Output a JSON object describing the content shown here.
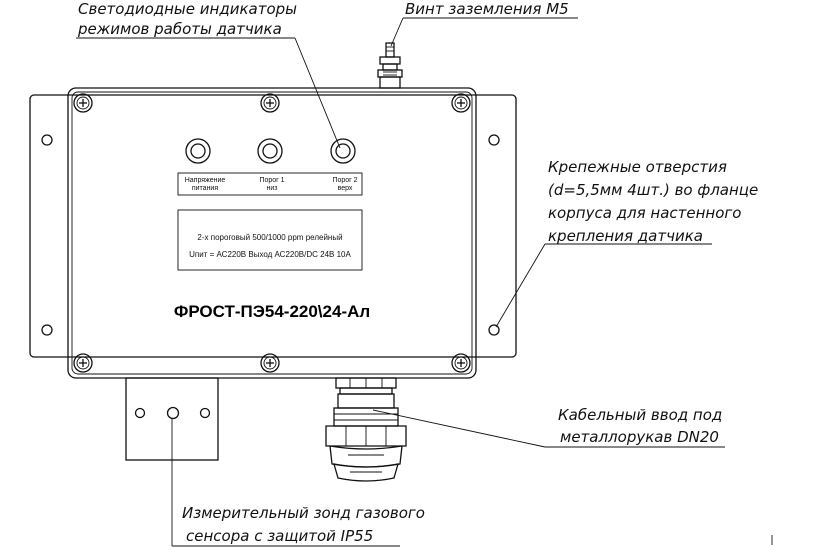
{
  "callouts": {
    "led_indicators_line1": "Светодиодные индикаторы",
    "led_indicators_line2": "режимов работы датчика",
    "ground_screw": "Винт заземления М5",
    "mounting_holes_line1": "Крепежные отверстия",
    "mounting_holes_line2": "(d=5,5мм 4шт.) во фланце",
    "mounting_holes_line3": "корпуса для настенного",
    "mounting_holes_line4": "крепления датчика",
    "cable_entry_line1": "Кабельный ввод под",
    "cable_entry_line2": "металлорукав DN20",
    "probe_line1": "Измерительный зонд газового",
    "probe_line2": "сенсора с защитой IP55"
  },
  "indicators": {
    "power_line1": "Напряжение",
    "power_line2": "питания",
    "threshold1_line1": "Порог 1",
    "threshold1_line2": "низ",
    "threshold2_line1": "Порог 2",
    "threshold2_line2": "верх"
  },
  "plate": {
    "line1": "2-х пороговый 500/1000 ppm релейный",
    "line2": "Uпит = АС220В   Выход АС220В/DC 24В 10А"
  },
  "model_name": "ФРОСТ-ПЭ54-220\\24-Ал"
}
